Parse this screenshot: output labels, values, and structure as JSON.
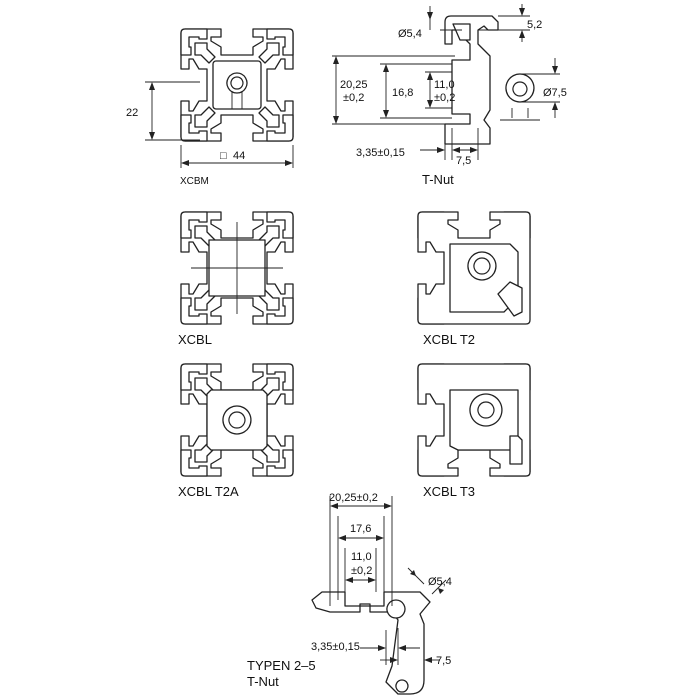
{
  "profiles": {
    "xcbm": {
      "caption": "XCBM",
      "dim_height": "22",
      "dim_width": "44",
      "dim_width_symbol": "□"
    },
    "xcbl": {
      "caption": "XCBL"
    },
    "xcbl_t2": {
      "caption": "XCBL T2"
    },
    "xcbl_t2a": {
      "caption": "XCBL T2A"
    },
    "xcbl_t3": {
      "caption": "XCBL T3"
    }
  },
  "tnut_top": {
    "caption": "T-Nut",
    "dims": {
      "dia_5_4": "Ø5,4",
      "d_5_2": "5,2",
      "d_20_25_line1": "20,25",
      "d_20_25_line2": "±0,2",
      "d_16_8": "16,8",
      "d_11_0_line1": "11,0",
      "d_11_0_line2": "±0,2",
      "dia_7_5": "Ø7,5",
      "d_3_35": "3,35±0,15",
      "d_7_5": "7,5"
    }
  },
  "tnut_bottom": {
    "caption_line1": "TYPEN 2–5",
    "caption_line2": "T-Nut",
    "dims": {
      "d_20_25": "20,25±0,2",
      "d_17_6": "17,6",
      "d_11_0_line1": "11,0",
      "d_11_0_line2": "±0,2",
      "dia_5_4": "Ø5,4",
      "d_3_35": "3,35±0,15",
      "d_7_5": "7,5"
    }
  }
}
